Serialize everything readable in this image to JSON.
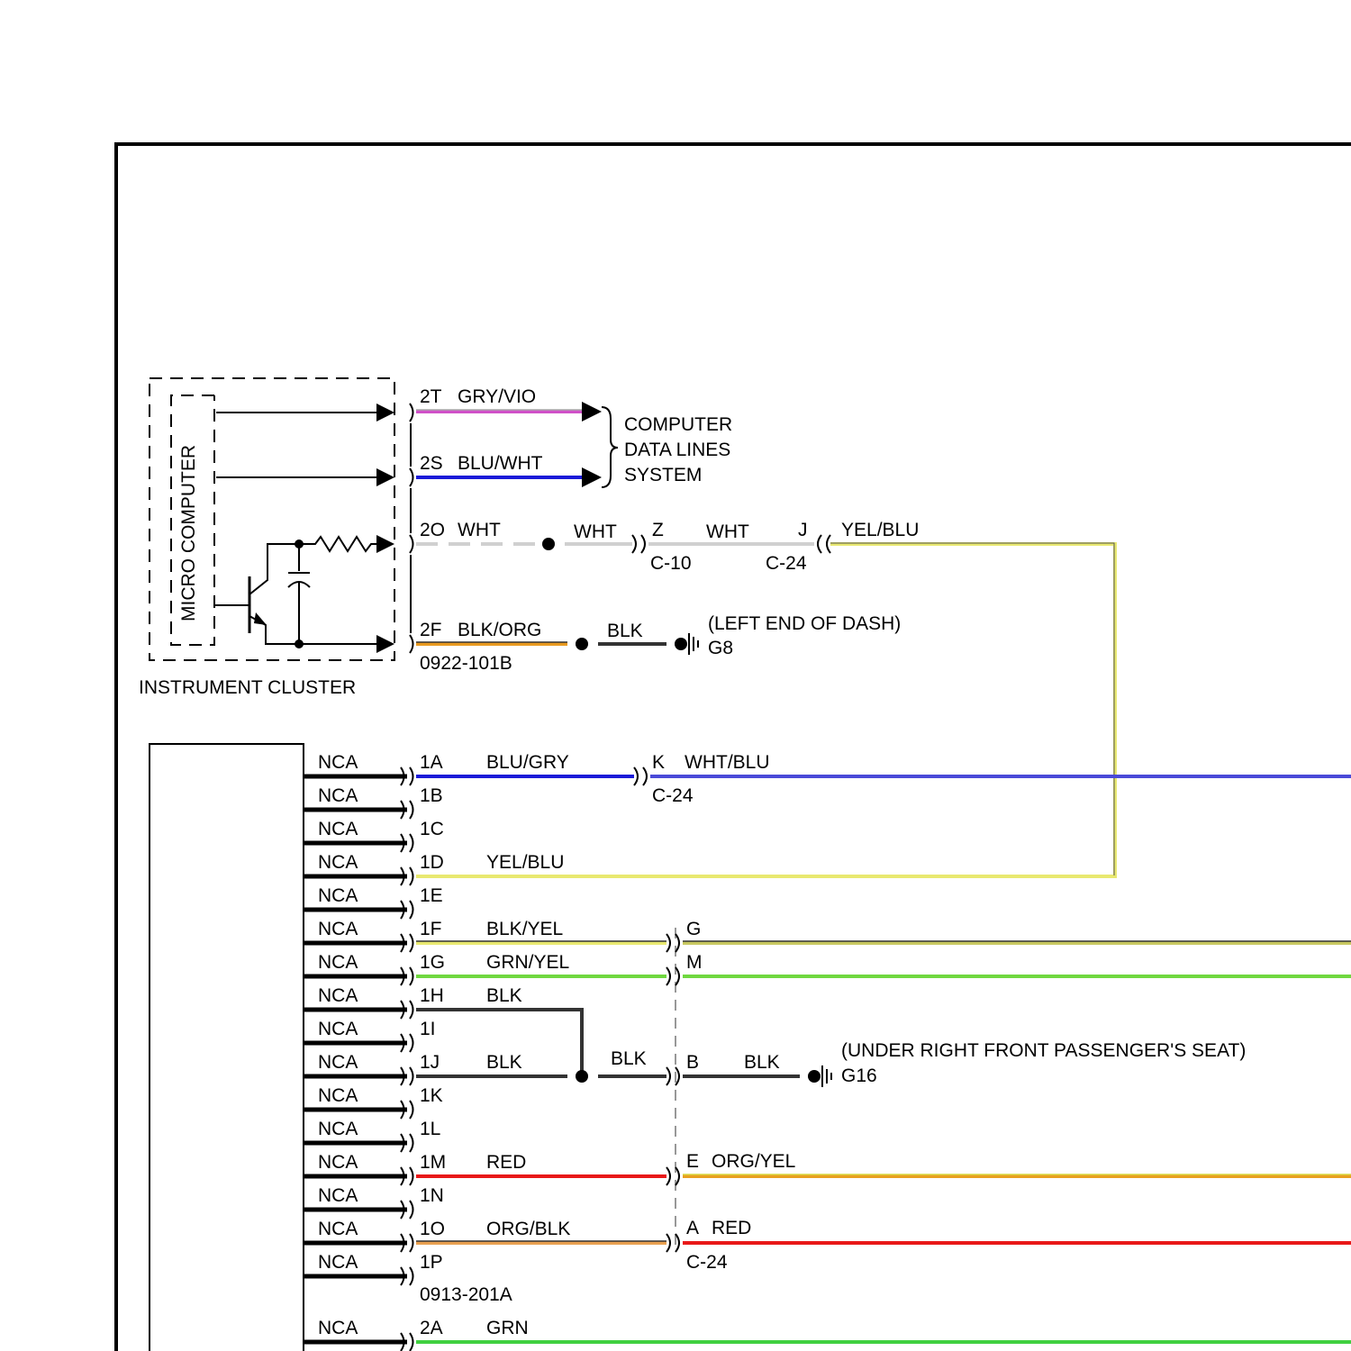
{
  "instrument_cluster": {
    "label": "INSTRUMENT CLUSTER",
    "micro_label": "MICRO COMPUTER",
    "connector_id": "0922-101B"
  },
  "upper_circuits": [
    {
      "pin": "2T",
      "color_name": "GRY/VIO",
      "stripe": [
        "#a8a8a8",
        "#d050c8"
      ]
    },
    {
      "pin": "2S",
      "color_name": "BLU/WHT",
      "stripe": [
        "#1a1ad8",
        "#c8c8c8"
      ]
    },
    {
      "pin": "2O",
      "color_name": "WHT",
      "stripe": [
        "#d0d0d0",
        "#d0d0d0"
      ]
    },
    {
      "pin": "2F",
      "color_name": "BLK/ORG",
      "stripe": [
        "#333333",
        "#e89a20"
      ]
    }
  ],
  "data_lines": {
    "line1": "COMPUTER",
    "line2": "DATA LINES",
    "line3": "SYSTEM"
  },
  "wht_run": {
    "splice_wire": "WHT",
    "pin_z": "Z",
    "wire_z_j": "WHT",
    "pin_j": "J",
    "conn_c10": "C-10",
    "conn_c24": "C-24",
    "out_wire": "YEL/BLU"
  },
  "ground_g8": {
    "wire": "BLK",
    "location": "(LEFT END OF DASH)",
    "id": "G8"
  },
  "lower_module": {
    "connector_id": "0913-201A",
    "pins": [
      {
        "pin": "1A",
        "nca": "NCA",
        "wire": "BLU/GRY"
      },
      {
        "pin": "1B",
        "nca": "NCA",
        "wire": ""
      },
      {
        "pin": "1C",
        "nca": "NCA",
        "wire": ""
      },
      {
        "pin": "1D",
        "nca": "NCA",
        "wire": "YEL/BLU"
      },
      {
        "pin": "1E",
        "nca": "NCA",
        "wire": ""
      },
      {
        "pin": "1F",
        "nca": "NCA",
        "wire": "BLK/YEL"
      },
      {
        "pin": "1G",
        "nca": "NCA",
        "wire": "GRN/YEL"
      },
      {
        "pin": "1H",
        "nca": "NCA",
        "wire": "BLK"
      },
      {
        "pin": "1I",
        "nca": "NCA",
        "wire": ""
      },
      {
        "pin": "1J",
        "nca": "NCA",
        "wire": "BLK"
      },
      {
        "pin": "1K",
        "nca": "NCA",
        "wire": ""
      },
      {
        "pin": "1L",
        "nca": "NCA",
        "wire": ""
      },
      {
        "pin": "1M",
        "nca": "NCA",
        "wire": "RED"
      },
      {
        "pin": "1N",
        "nca": "NCA",
        "wire": ""
      },
      {
        "pin": "1O",
        "nca": "NCA",
        "wire": "ORG/BLK"
      },
      {
        "pin": "1P",
        "nca": "NCA",
        "wire": ""
      }
    ],
    "extra_pin": {
      "pin": "2A",
      "nca": "NCA",
      "wire": "GRN"
    }
  },
  "k_run": {
    "pin": "K",
    "wire": "WHT/BLU",
    "conn": "C-24"
  },
  "c24_right": {
    "pins": [
      {
        "pin": "G",
        "wire": ""
      },
      {
        "pin": "M",
        "wire": ""
      },
      {
        "pin": "B",
        "wire": "BLK"
      },
      {
        "pin": "E",
        "wire": "ORG/YEL"
      },
      {
        "pin": "A",
        "wire": "RED"
      }
    ],
    "conn": "C-24",
    "splice_wire": "BLK"
  },
  "ground_g16": {
    "location": "(UNDER RIGHT FRONT PASSENGER'S SEAT)",
    "id": "G16"
  }
}
